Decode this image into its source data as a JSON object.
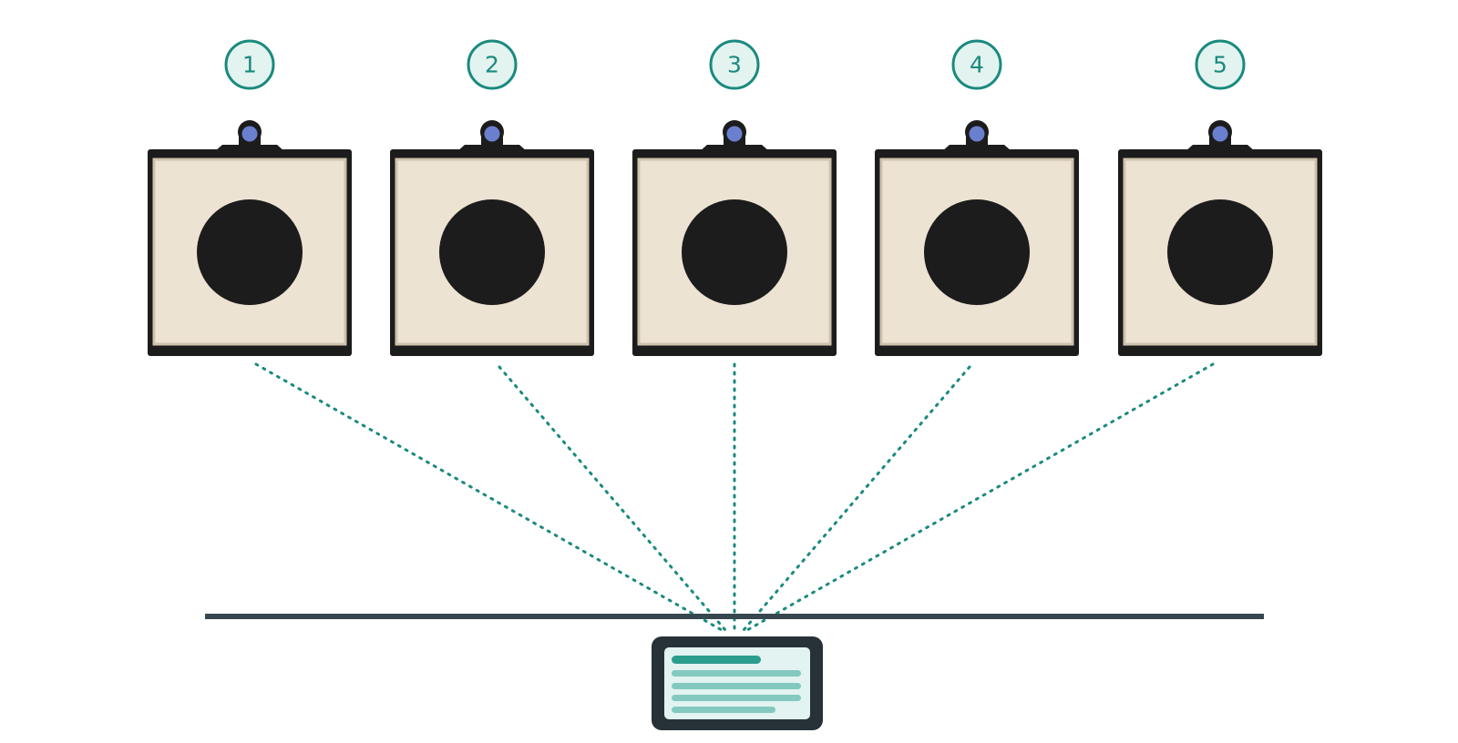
{
  "colors": {
    "accent": "#1a8a7e",
    "badge_fill": "#e3f3f0",
    "frame": "#1c1c1c",
    "panel": "#ede3d3",
    "panel_inner_edge": "#cfc3ad",
    "dot": "#1c1c1c",
    "knob": "#6b7fcf",
    "ground": "#37474f",
    "device_body": "#263238",
    "device_screen": "#e2f3f1",
    "device_line_dark": "#2a9d8f",
    "device_line_light": "#83c9c0"
  },
  "icons": {
    "station": "panel-with-dot-icon",
    "device": "tablet-icon"
  },
  "stations": [
    {
      "number": "1"
    },
    {
      "number": "2"
    },
    {
      "number": "3"
    },
    {
      "number": "4"
    },
    {
      "number": "5"
    }
  ]
}
